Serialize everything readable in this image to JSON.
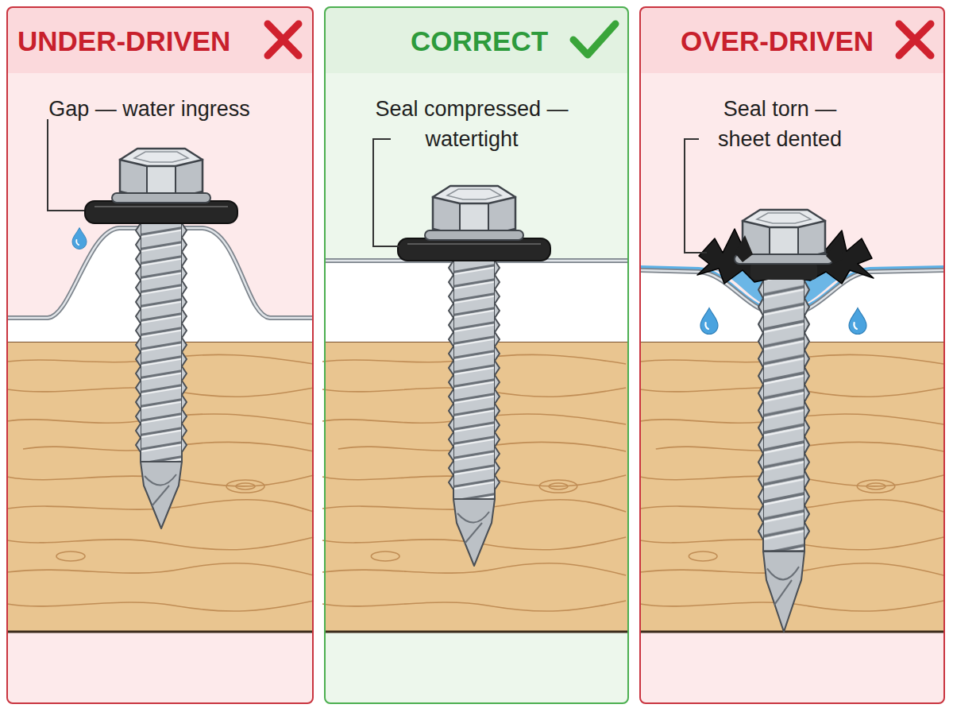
{
  "diagram": {
    "nodes": [
      {
        "text": [
          "UNDER-DRIVEN",
          "Gap — water ingress"
        ]
      },
      {
        "text": [
          "CORRECT",
          "Seal compressed — watertight"
        ]
      },
      {
        "text": [
          "OVER-DRIVEN",
          "Seal torn — sheet dented"
        ]
      }
    ]
  }
}
